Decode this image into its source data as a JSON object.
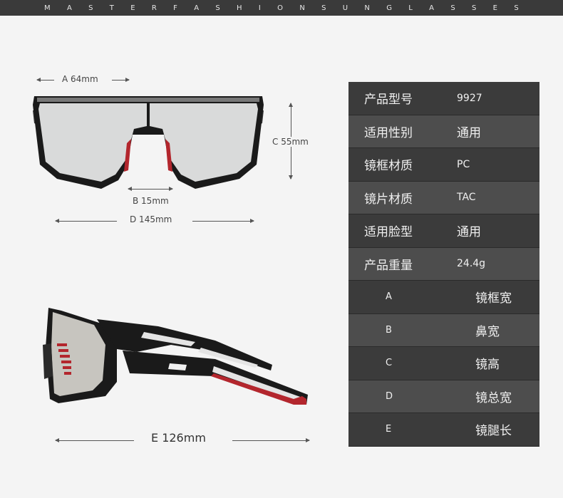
{
  "banner": {
    "letters": [
      "M",
      "A",
      "S",
      "T",
      "E",
      "R",
      "F",
      "A",
      "S",
      "H",
      "I",
      "O",
      "N",
      "S",
      "U",
      "N",
      "G",
      "L",
      "A",
      "S",
      "S",
      "E",
      "S"
    ]
  },
  "dimensions": {
    "a": "A 64mm",
    "b": "B 15mm",
    "c": "C 55mm",
    "d": "D 145mm",
    "e": "E 126mm"
  },
  "specs": [
    {
      "key": "产品型号",
      "value": "9927"
    },
    {
      "key": "适用性别",
      "value": "通用"
    },
    {
      "key": "镜框材质",
      "value": "PC"
    },
    {
      "key": "镜片材质",
      "value": "TAC"
    },
    {
      "key": "适用脸型",
      "value": "通用"
    },
    {
      "key": "产品重量",
      "value": "24.4g"
    },
    {
      "key": "A",
      "value": "镜框宽"
    },
    {
      "key": "B",
      "value": "鼻宽"
    },
    {
      "key": "C",
      "value": "镜高"
    },
    {
      "key": "D",
      "value": "镜总宽"
    },
    {
      "key": "E",
      "value": "镜腿长"
    }
  ],
  "colors": {
    "banner_bg": "#3a3a3a",
    "frame": "#1e1e1e",
    "accent_red": "#b3262d",
    "table_dark": "#3b3b3b",
    "table_light": "#4d4d4d"
  }
}
